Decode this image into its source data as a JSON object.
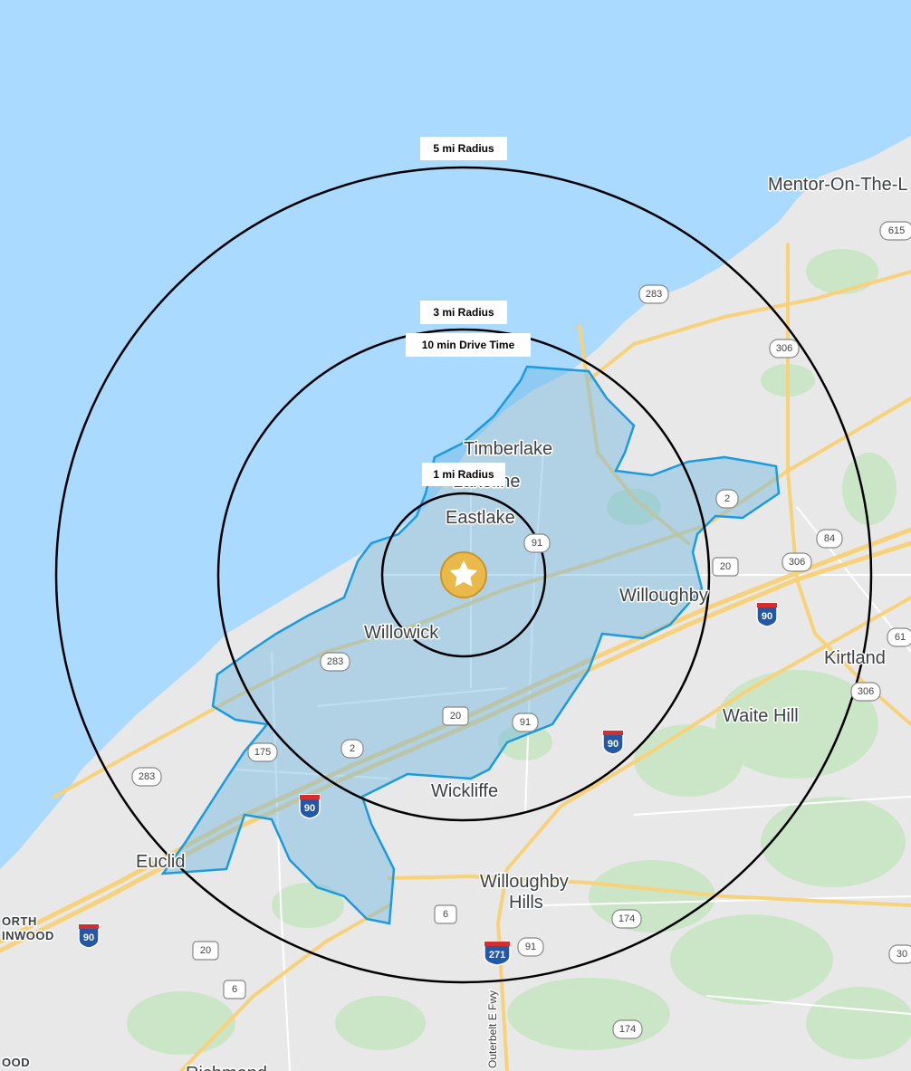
{
  "map": {
    "colors": {
      "water": "#aadaff",
      "land": "#e8e8e8",
      "park": "#cbe6c6",
      "highway": "#f7d27a",
      "trade_area_fill": "#6fb6e3",
      "trade_area_stroke": "#1a9be0",
      "ring": "#000000",
      "marker": "#e9b94a"
    },
    "marker": {
      "icon": "star-icon"
    },
    "ring_labels": {
      "five_mi": "5 mi Radius",
      "three_mi": "3 mi Radius",
      "drive_time": "10 min Drive Time",
      "one_mi": "1 mi Radius"
    },
    "places": {
      "mentor": "Mentor-On-The-L",
      "timberlake": "Timberlake",
      "lakeline": "Lakeline",
      "eastlake": "Eastlake",
      "willoughby": "Willoughby",
      "willowick": "Willowick",
      "kirtland": "Kirtland",
      "waite_hill": "Waite Hill",
      "wickliffe": "Wickliffe",
      "euclid": "Euclid",
      "willoughby_hills_1": "Willoughby",
      "willoughby_hills_2": "Hills",
      "north_1": "ORTH",
      "north_2": "INWOOD",
      "dood": "OOD",
      "richmond": "Richmond",
      "outerbelt": "Outerbelt E Fwy"
    },
    "shields": {
      "s615a": "615",
      "s283a": "283",
      "s306a": "306",
      "s2a": "2",
      "s84": "84",
      "s20a": "20",
      "s306b": "306",
      "s91a": "91",
      "s615b": "61",
      "s306c": "306",
      "s283b": "283",
      "s20b": "20",
      "s91b": "91",
      "s175": "175",
      "s2b": "2",
      "s283c": "283",
      "s6a": "6",
      "s174a": "174",
      "s91c": "91",
      "s20c": "20",
      "s6b": "6",
      "s30": "30",
      "s174b": "174"
    },
    "interstates": {
      "i90a": "90",
      "i90b": "90",
      "i90c": "90",
      "i90d": "90",
      "i271": "271"
    }
  }
}
